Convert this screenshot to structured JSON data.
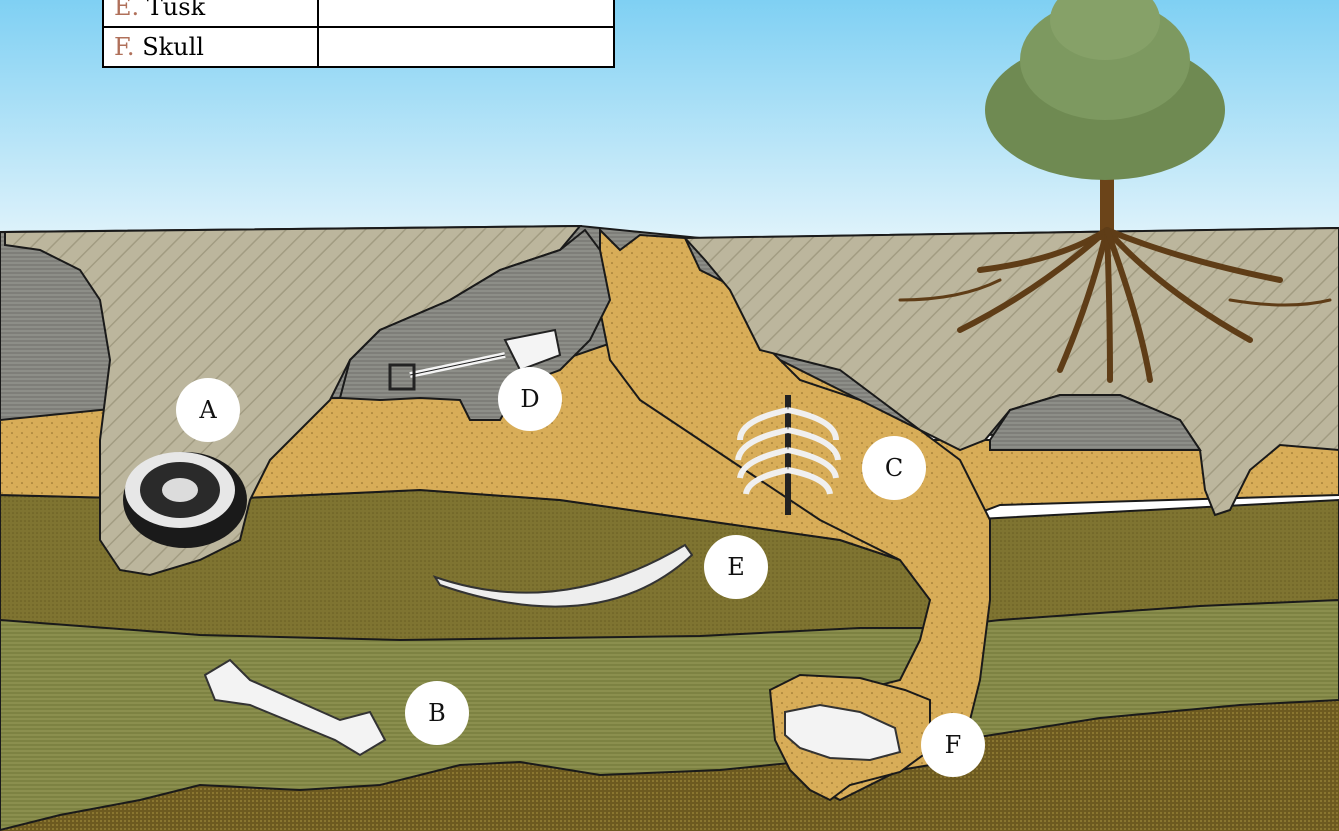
{
  "legend": {
    "rows": [
      {
        "letter": "E.",
        "name": "Tusk"
      },
      {
        "letter": "F.",
        "name": "Skull"
      }
    ]
  },
  "markers": {
    "a": "A",
    "b": "B",
    "c": "C",
    "d": "D",
    "e": "E",
    "f": "F"
  },
  "colors": {
    "sky_top": "#7fd0f3",
    "sky_bottom": "#e0f3fb",
    "hatched_clay": "#b9b39a",
    "sand": "#d6ac58",
    "olive_soil": "#7f7431",
    "green_soil": "#8b8f4e",
    "bedrock": "#6d5a20",
    "gray_rock": "#8a8b86"
  }
}
